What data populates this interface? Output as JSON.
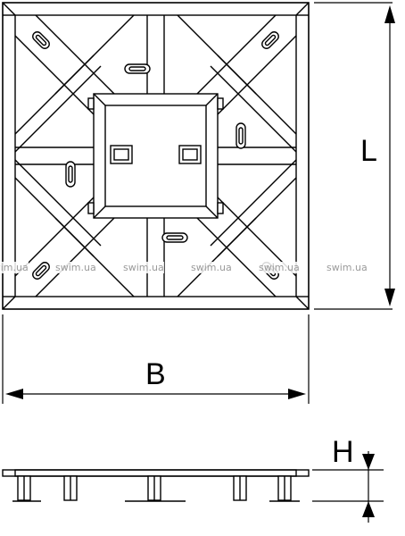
{
  "dimensions": {
    "length_label": "L",
    "width_label": "B",
    "height_label": "H"
  },
  "watermark": {
    "text": "swim.ua",
    "repeat_count": 6
  },
  "icons": [
    "arrow-head-icon"
  ]
}
